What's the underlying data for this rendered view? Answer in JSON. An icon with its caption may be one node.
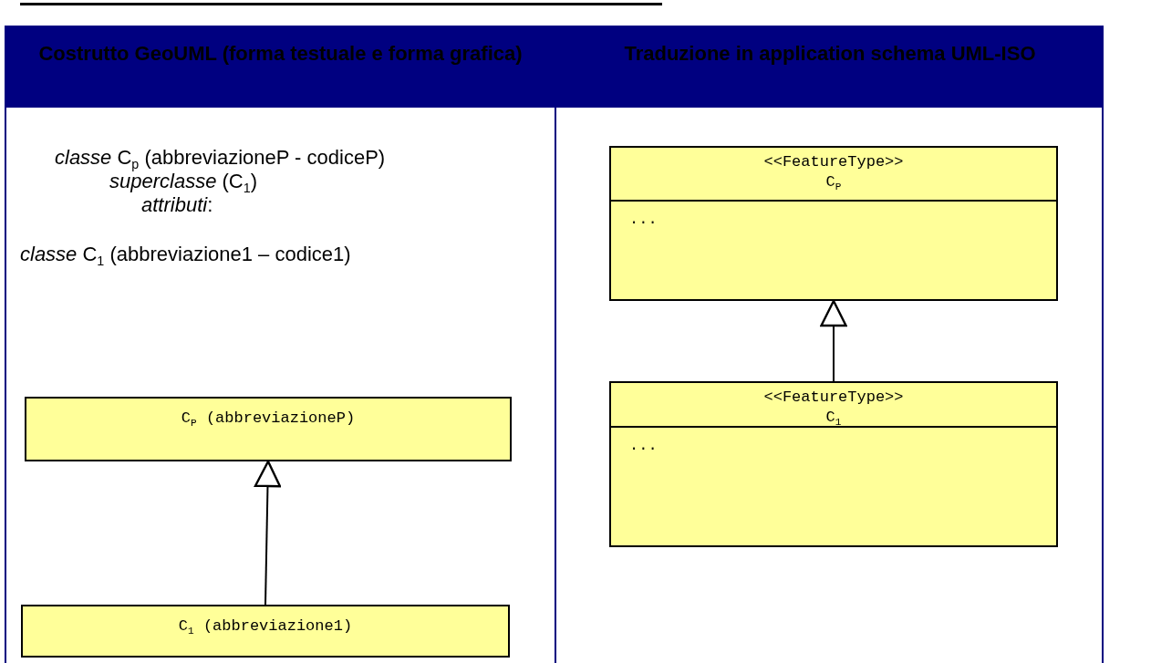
{
  "diagram": {
    "nodes": [
      {
        "text": [
          "C$_{P}$ (abbreviazioneP)"
        ]
      },
      {
        "text": [
          "C$_{1}$ (abbreviazione1)"
        ]
      },
      {
        "text": [
          "<<FeatureType>>",
          "C$_{P}$",
          "..."
        ]
      },
      {
        "text": [
          "<<FeatureType>>",
          "C$_{1}$",
          "..."
        ]
      }
    ],
    "edges": [
      {
        "from": 1,
        "to": 0,
        "arrow": "to"
      },
      {
        "from": 3,
        "to": 2,
        "arrow": "to"
      }
    ],
    "labels": [
      "Costrutto GeoUML (forma testuale e forma grafica)",
      "Traduzione in application schema UML-ISO",
      "*classe* C$_{p}$ (abbreviazioneP - codiceP)",
      "*superclasse* (C$_{1}$)",
      "*attributi*:",
      "*classe* C$_{1}$ (abbreviazione1 – codice1)"
    ]
  }
}
